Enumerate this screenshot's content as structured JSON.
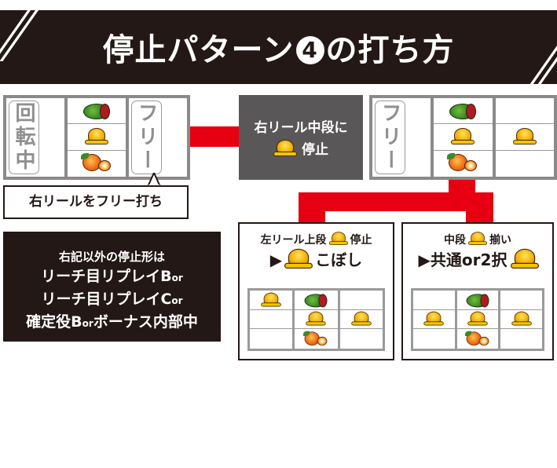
{
  "title": {
    "prefix": "停止パターン",
    "number": "4",
    "suffix": "の打ち方"
  },
  "left_reels": {
    "left_tag": "回転中",
    "center_symbols": [
      "watermelon",
      "bell",
      "orange"
    ],
    "right_tag": "フリー"
  },
  "callout": {
    "text": "右リールをフリー打ち"
  },
  "step_box": {
    "line1": "右リール中段に",
    "line2_icon": "bell",
    "line2": "停止"
  },
  "right_reels": {
    "left_tag": "フリー",
    "center_symbols": [
      "watermelon",
      "bell",
      "orange"
    ],
    "right_symbols": [
      "",
      "bell",
      ""
    ]
  },
  "note": {
    "line1": "右記以外の停止形は",
    "line2": "リーチ目リプレイB",
    "line2_small": "or",
    "line3": "リーチ目リプレイC",
    "line3_small": "or",
    "line4a": "確定役B",
    "line4_small": "or",
    "line4b": "ボーナス内部中"
  },
  "result_a": {
    "line1_pre": "左リール上段",
    "line1_icon": "bell",
    "line1_post": "停止",
    "arrow": "▶",
    "line2_icon": "bell",
    "line2": "こぼし",
    "grid": [
      [
        "bell",
        "watermelon",
        ""
      ],
      [
        "",
        "bell",
        "bell"
      ],
      [
        "",
        "orange",
        ""
      ]
    ]
  },
  "result_b": {
    "line1_pre": "中段",
    "line1_icon": "bell",
    "line1_post": "揃い",
    "arrow": "▶",
    "line2": "共通or2択",
    "line2_icon": "bell",
    "grid": [
      [
        "",
        "watermelon",
        ""
      ],
      [
        "bell",
        "bell",
        "bell"
      ],
      [
        "",
        "orange",
        ""
      ]
    ]
  },
  "colors": {
    "banner": "#231815",
    "connector": "#e60012",
    "step_box": "#595757",
    "reel_frame": "#8a8a8a"
  }
}
